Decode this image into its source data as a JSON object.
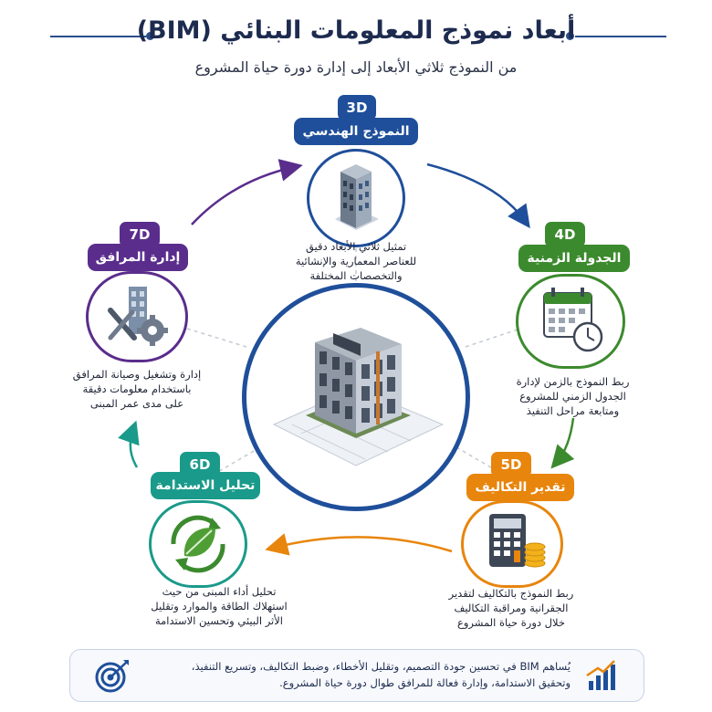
{
  "header": {
    "title": "أبعاد نموذج المعلومات البنائي (BIM)",
    "subtitle": "من النموذج ثلاثي الأبعاد إلى إدارة دورة حياة المشروع"
  },
  "stages": [
    {
      "id": "3d",
      "badge": "3D",
      "label": "النموذج الهندسي",
      "desc": [
        "تمثيل ثلاثي الأبعاد دقيق",
        "للعناصر المعمارية والإنشائية",
        "والتخصصات المختلفة"
      ],
      "color": "#1f4f9a",
      "icon": "building-icon"
    },
    {
      "id": "4d",
      "badge": "4D",
      "label": "الجدولة الزمنية",
      "desc": [
        "ربط النموذج بالزمن لإدارة",
        "الجدول الزمني للمشروع",
        "ومتابعة مراحل التنفيذ"
      ],
      "color": "#3c8a2e",
      "icon": "calendar-clock-icon"
    },
    {
      "id": "5d",
      "badge": "5D",
      "label": "تقدير التكاليف",
      "desc": [
        "ربط النموذج بالتكاليف لتقدير",
        "الجقرانية ومراقبة التكاليف",
        "خلال دورة حياة المشروع"
      ],
      "color": "#e8850c",
      "icon": "calculator-coins-icon"
    },
    {
      "id": "6d",
      "badge": "6D",
      "label": "تحليل الاستدامة",
      "desc": [
        "تحليل أداء المبنى من حيث",
        "استهلاك الطاقة والموارد وتقليل",
        "الأثر البيئي وتحسين الاستدامة"
      ],
      "color": "#1a9a8a",
      "icon": "leaf-cycle-icon"
    },
    {
      "id": "7d",
      "badge": "7D",
      "label": "إدارة المرافق",
      "desc": [
        "إدارة وتشغيل وصيانة المرافق",
        "باستخدام معلومات دقيقة",
        "على مدى عمر المبنى"
      ],
      "color": "#5a2d8c",
      "icon": "tools-gear-icon"
    }
  ],
  "footer": {
    "line1": "يُساهم BIM في تحسين جودة التصميم، وتقليل الأخطاء، وضبط التكاليف، وتسريع التنفيذ،",
    "line2": "وتحقيق الاستدامة، وإدارة فعالة للمرافق طوال دورة حياة المشروع.",
    "left_icon": "target-icon",
    "right_icon": "growth-chart-icon"
  },
  "colors": {
    "navy": "#1d2b4f",
    "accent": "#2a4e8c",
    "cycle_stroke": "#1f4f9a"
  }
}
